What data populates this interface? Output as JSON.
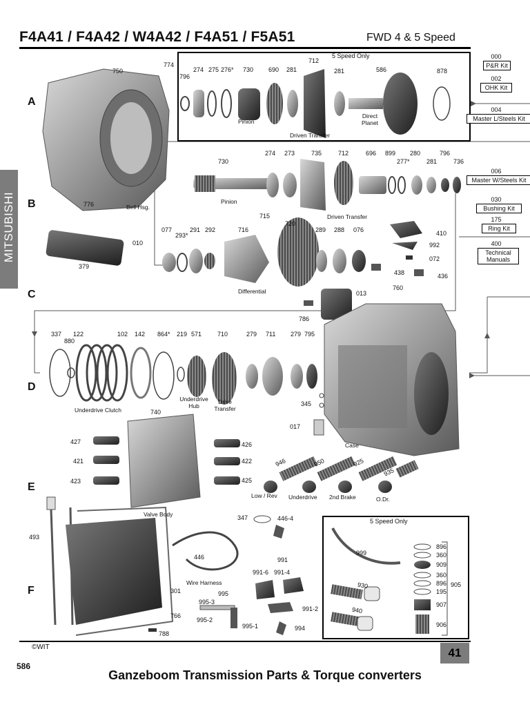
{
  "header": {
    "title": "F4A41 / F4A42 / W4A42 / F4A51 / F5A51",
    "subtitle": "FWD 4 & 5 Speed"
  },
  "sidebar": {
    "brand": "MITSUBISHI"
  },
  "rows": [
    "A",
    "B",
    "C",
    "D",
    "E",
    "F"
  ],
  "boxes": {
    "five_speed_top": "5 Speed Only",
    "five_speed_bottom": "5 Speed Only"
  },
  "kits": [
    {
      "code": "000",
      "name": "P&R Kit"
    },
    {
      "code": "002",
      "name": "OHK Kit"
    },
    {
      "code": "004",
      "name": "Master L/Steels Kit"
    },
    {
      "code": "006",
      "name": "Master W/Steels Kit"
    },
    {
      "code": "030",
      "name": "Bushing Kit"
    },
    {
      "code": "175",
      "name": "Ring Kit"
    },
    {
      "code": "400",
      "name": "Technical Manuals"
    }
  ],
  "part_numbers": {
    "p774": "774",
    "p750": "750",
    "p796a": "796",
    "p274a": "274",
    "p275": "275",
    "p276": "276*",
    "p730a": "730",
    "p690": "690",
    "p281a": "281",
    "p712a": "712",
    "p281b": "281",
    "p586": "586",
    "p878": "878",
    "p730b": "730",
    "p274b": "274",
    "p273": "273",
    "p735": "735",
    "p712b": "712",
    "p696": "696",
    "p899": "899",
    "p277": "277*",
    "p280": "280",
    "p281c": "281",
    "p796b": "796",
    "p736": "736",
    "p776": "776",
    "p715": "715",
    "p720": "720",
    "p077": "077",
    "p293": "293*",
    "p291": "291",
    "p292": "292",
    "p716": "716",
    "p289": "289",
    "p288": "288",
    "p076": "076",
    "p410": "410",
    "p992": "992",
    "p072": "072",
    "p438": "438",
    "p436": "436",
    "p010": "010",
    "p379": "379",
    "p760": "760",
    "p013": "013",
    "p786": "786",
    "p337": "337",
    "p880": "880",
    "p122": "122",
    "p102": "102",
    "p142": "142",
    "p864": "864*",
    "p219": "219",
    "p571": "571",
    "p710": "710",
    "p279a": "279",
    "p711": "711",
    "p279b": "279",
    "p795": "795",
    "p345": "345",
    "p017": "017",
    "p740": "740",
    "p427": "427",
    "p421": "421",
    "p423": "423",
    "p426": "426",
    "p422": "422",
    "p425": "425",
    "p946": "946",
    "p950": "950",
    "p925": "925",
    "p935": "935",
    "p493": "493",
    "p347": "347",
    "p4464": "446-4",
    "p446": "446",
    "p991": "991",
    "p9916": "991-6",
    "p9914": "991-4",
    "p9912": "991-2",
    "p994": "994",
    "p995": "995",
    "p9953": "995-3",
    "p9952": "995-2",
    "p9951": "995-1",
    "p301": "301",
    "p766": "766",
    "p788": "788",
    "p999": "999",
    "p930": "930",
    "p940": "940",
    "p896a": "896",
    "p360a": "360",
    "p909": "909",
    "p360b": "360",
    "p896b": "896",
    "p195": "195",
    "p907": "907",
    "p906": "906",
    "p905": "905"
  },
  "captions": {
    "pinion_a": "Pinion",
    "driven_transfer_a": "Driven Transfer",
    "direct_planet": "Direct Planet",
    "bell_hsg": "Bell Hsg.",
    "pinion_b": "Pinion",
    "driven_transfer_b": "Driven Transfer",
    "differential": "Differential",
    "underdrive_clutch": "Underdrive Clutch",
    "underdrive_hub": "Underdrive Hub",
    "drive_transfer": "Drive Transfer",
    "case": "Case",
    "valve_body": "Valve Body",
    "low_rev": "Low / Rev",
    "underdrive": "Underdrive",
    "brake2": "2nd Brake",
    "odr": "O.Dr.",
    "wire_harness": "Wire Harness"
  },
  "footer": {
    "copyright": "©WIT",
    "page_badge": "41",
    "page_left": "586",
    "company": "Ganzeboom Transmission Parts & Torque converters"
  },
  "colors": {
    "sidebar": "#7c7c7c",
    "badge": "#7c7c7c",
    "parts": "#8a8a8a",
    "parts_dark": "#3c3c3c"
  }
}
